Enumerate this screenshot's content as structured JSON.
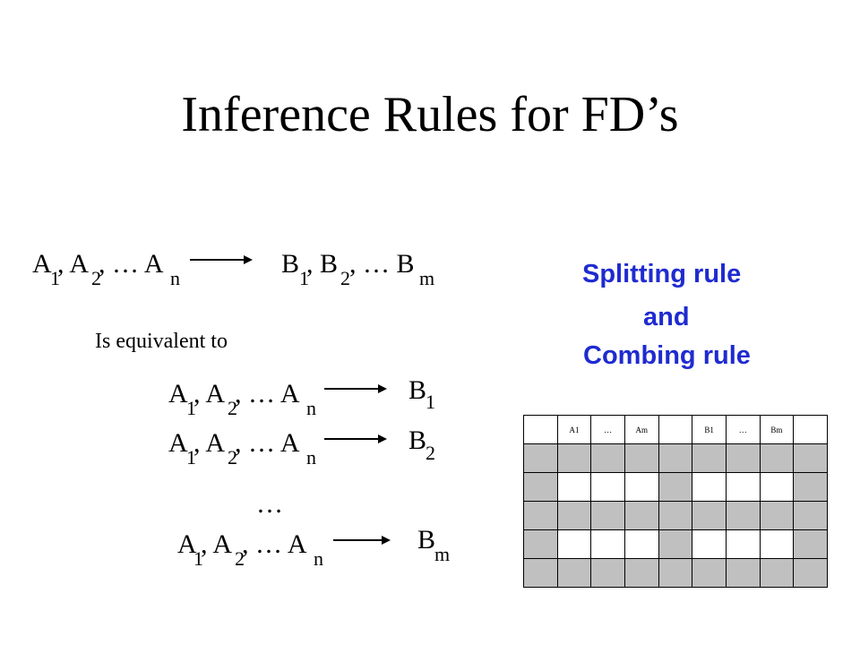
{
  "slide": {
    "title": "Inference Rules for FD’s",
    "equivalent_label": "Is equivalent to",
    "ellipsis": "…",
    "rule_name": [
      "Splitting rule",
      "and",
      "Combing rule"
    ]
  },
  "fd_main": {
    "lhs": {
      "a1": "A",
      "s1": "1",
      "a2": ", A",
      "s2": "2",
      "an": ", … A",
      "sn": "n"
    },
    "rhs": {
      "b1": "B",
      "s1": "1",
      "b2": ", B",
      "s2": "2",
      "bm": ", … B",
      "sm": "m"
    }
  },
  "fd_split": [
    {
      "a1": "A",
      "s1": "1",
      "a2": ", A",
      "s2": "2",
      "an": ", … A",
      "sn": "n",
      "b": "B",
      "bs": "1"
    },
    {
      "a1": "A",
      "s1": "1",
      "a2": ", A",
      "s2": "2",
      "an": ", … A",
      "sn": "n",
      "b": "B",
      "bs": "2"
    },
    {
      "a1": "A",
      "s1": "1",
      "a2": ", A",
      "s2": "2",
      "an": ", … A",
      "sn": "n",
      "b": "B",
      "bs": "m"
    }
  ],
  "table": {
    "headers": [
      "",
      "A1",
      "…",
      "Am",
      "",
      "B1",
      "…",
      "Bm",
      ""
    ],
    "rows": [
      [
        "gray",
        "gray",
        "gray",
        "gray",
        "gray",
        "gray",
        "gray",
        "gray",
        "gray"
      ],
      [
        "gray",
        "white",
        "white",
        "white",
        "gray",
        "white",
        "white",
        "white",
        "gray"
      ],
      [
        "gray",
        "gray",
        "gray",
        "gray",
        "gray",
        "gray",
        "gray",
        "gray",
        "gray"
      ],
      [
        "gray",
        "white",
        "white",
        "white",
        "gray",
        "white",
        "white",
        "white",
        "gray"
      ],
      [
        "gray",
        "gray",
        "gray",
        "gray",
        "gray",
        "gray",
        "gray",
        "gray",
        "gray"
      ]
    ],
    "colors": {
      "gray": "#c0c0c0",
      "white": "#ffffff"
    }
  },
  "colors": {
    "accent": "#1f2bd0"
  }
}
